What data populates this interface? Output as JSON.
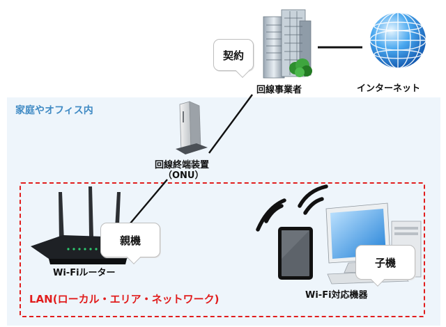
{
  "contract_bubble": "契約",
  "provider_label": "回線事業者",
  "internet_label": "インターネット",
  "home_label": "家庭やオフィス内",
  "onu_label_line1": "回線終端装置",
  "onu_label_line2": "（ONU）",
  "router_label": "Wi-Fiルーター",
  "parent_bubble": "親機",
  "devices_label": "Wi-Fi対応機器",
  "child_bubble": "子機",
  "lan_label": "LAN(ローカル・エリア・ネットワーク)",
  "colors": {
    "home_zone": "#eef5fb",
    "home_label": "#3f8ac4",
    "lan_border": "#e11d1d",
    "connection_line": "#111111"
  },
  "icons": [
    "office-building-icon",
    "globe-icon",
    "onu-device-icon",
    "wifi-router-icon",
    "tablet-icon",
    "desktop-computer-icon",
    "wifi-signal-icon"
  ]
}
